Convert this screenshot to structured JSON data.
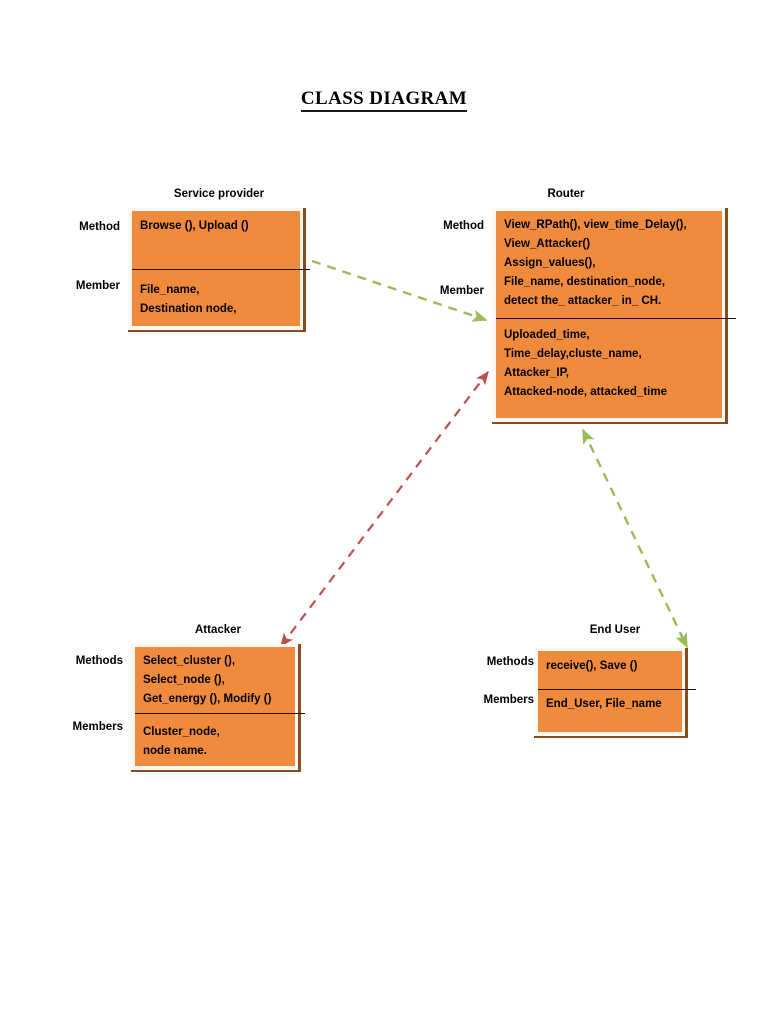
{
  "page": {
    "title": "CLASS DIAGRAM"
  },
  "colors": {
    "box_fill": "#F08A3C",
    "box_edge": "#8A4B1E",
    "divider": "#1A1008",
    "arrow_green": "#9BBB59",
    "arrow_red": "#C0504D",
    "text": "#000000"
  },
  "classes": [
    {
      "id": "service-provider",
      "title": "Service provider",
      "method_label": "Method",
      "member_label": "Member",
      "methods": [
        "Browse (), Upload ()"
      ],
      "members": [
        "File_name,",
        "Destination  node,"
      ]
    },
    {
      "id": "router",
      "title": "Router",
      "method_label": "Method",
      "member_label": "Member",
      "methods": [
        "View_RPath(), view_time_Delay(),",
        "View_Attacker()",
        "Assign_values(),",
        " File_name, destination_node,",
        "detect the_ attacker_ in_ CH."
      ],
      "members": [
        "Uploaded_time,",
        "Time_delay,cluste_name,",
        "Attacker_IP,",
        "Attacked-node, attacked_time"
      ]
    },
    {
      "id": "attacker",
      "title": "Attacker",
      "method_label": "Methods",
      "member_label": "Members",
      "methods": [
        "Select_cluster (),",
        "Select_node (),",
        "Get_energy (), Modify ()"
      ],
      "members": [
        "Cluster_node,",
        "node  name."
      ]
    },
    {
      "id": "end-user",
      "title": "End User",
      "method_label": "Methods",
      "member_label": "Members",
      "methods": [
        "receive(), Save ()"
      ],
      "members": [
        "End_User, File_name"
      ]
    }
  ],
  "connectors": [
    {
      "id": "service-provider-to-router",
      "from": "service-provider",
      "to": "router",
      "style": "dashed",
      "color": "#9BBB59",
      "arrowheads": "end"
    },
    {
      "id": "attacker-to-router",
      "from": "attacker",
      "to": "router",
      "style": "dashed",
      "color": "#C0504D",
      "arrowheads": "both"
    },
    {
      "id": "router-to-end-user",
      "from": "router",
      "to": "end-user",
      "style": "dashed",
      "color": "#9BBB59",
      "arrowheads": "both"
    }
  ]
}
